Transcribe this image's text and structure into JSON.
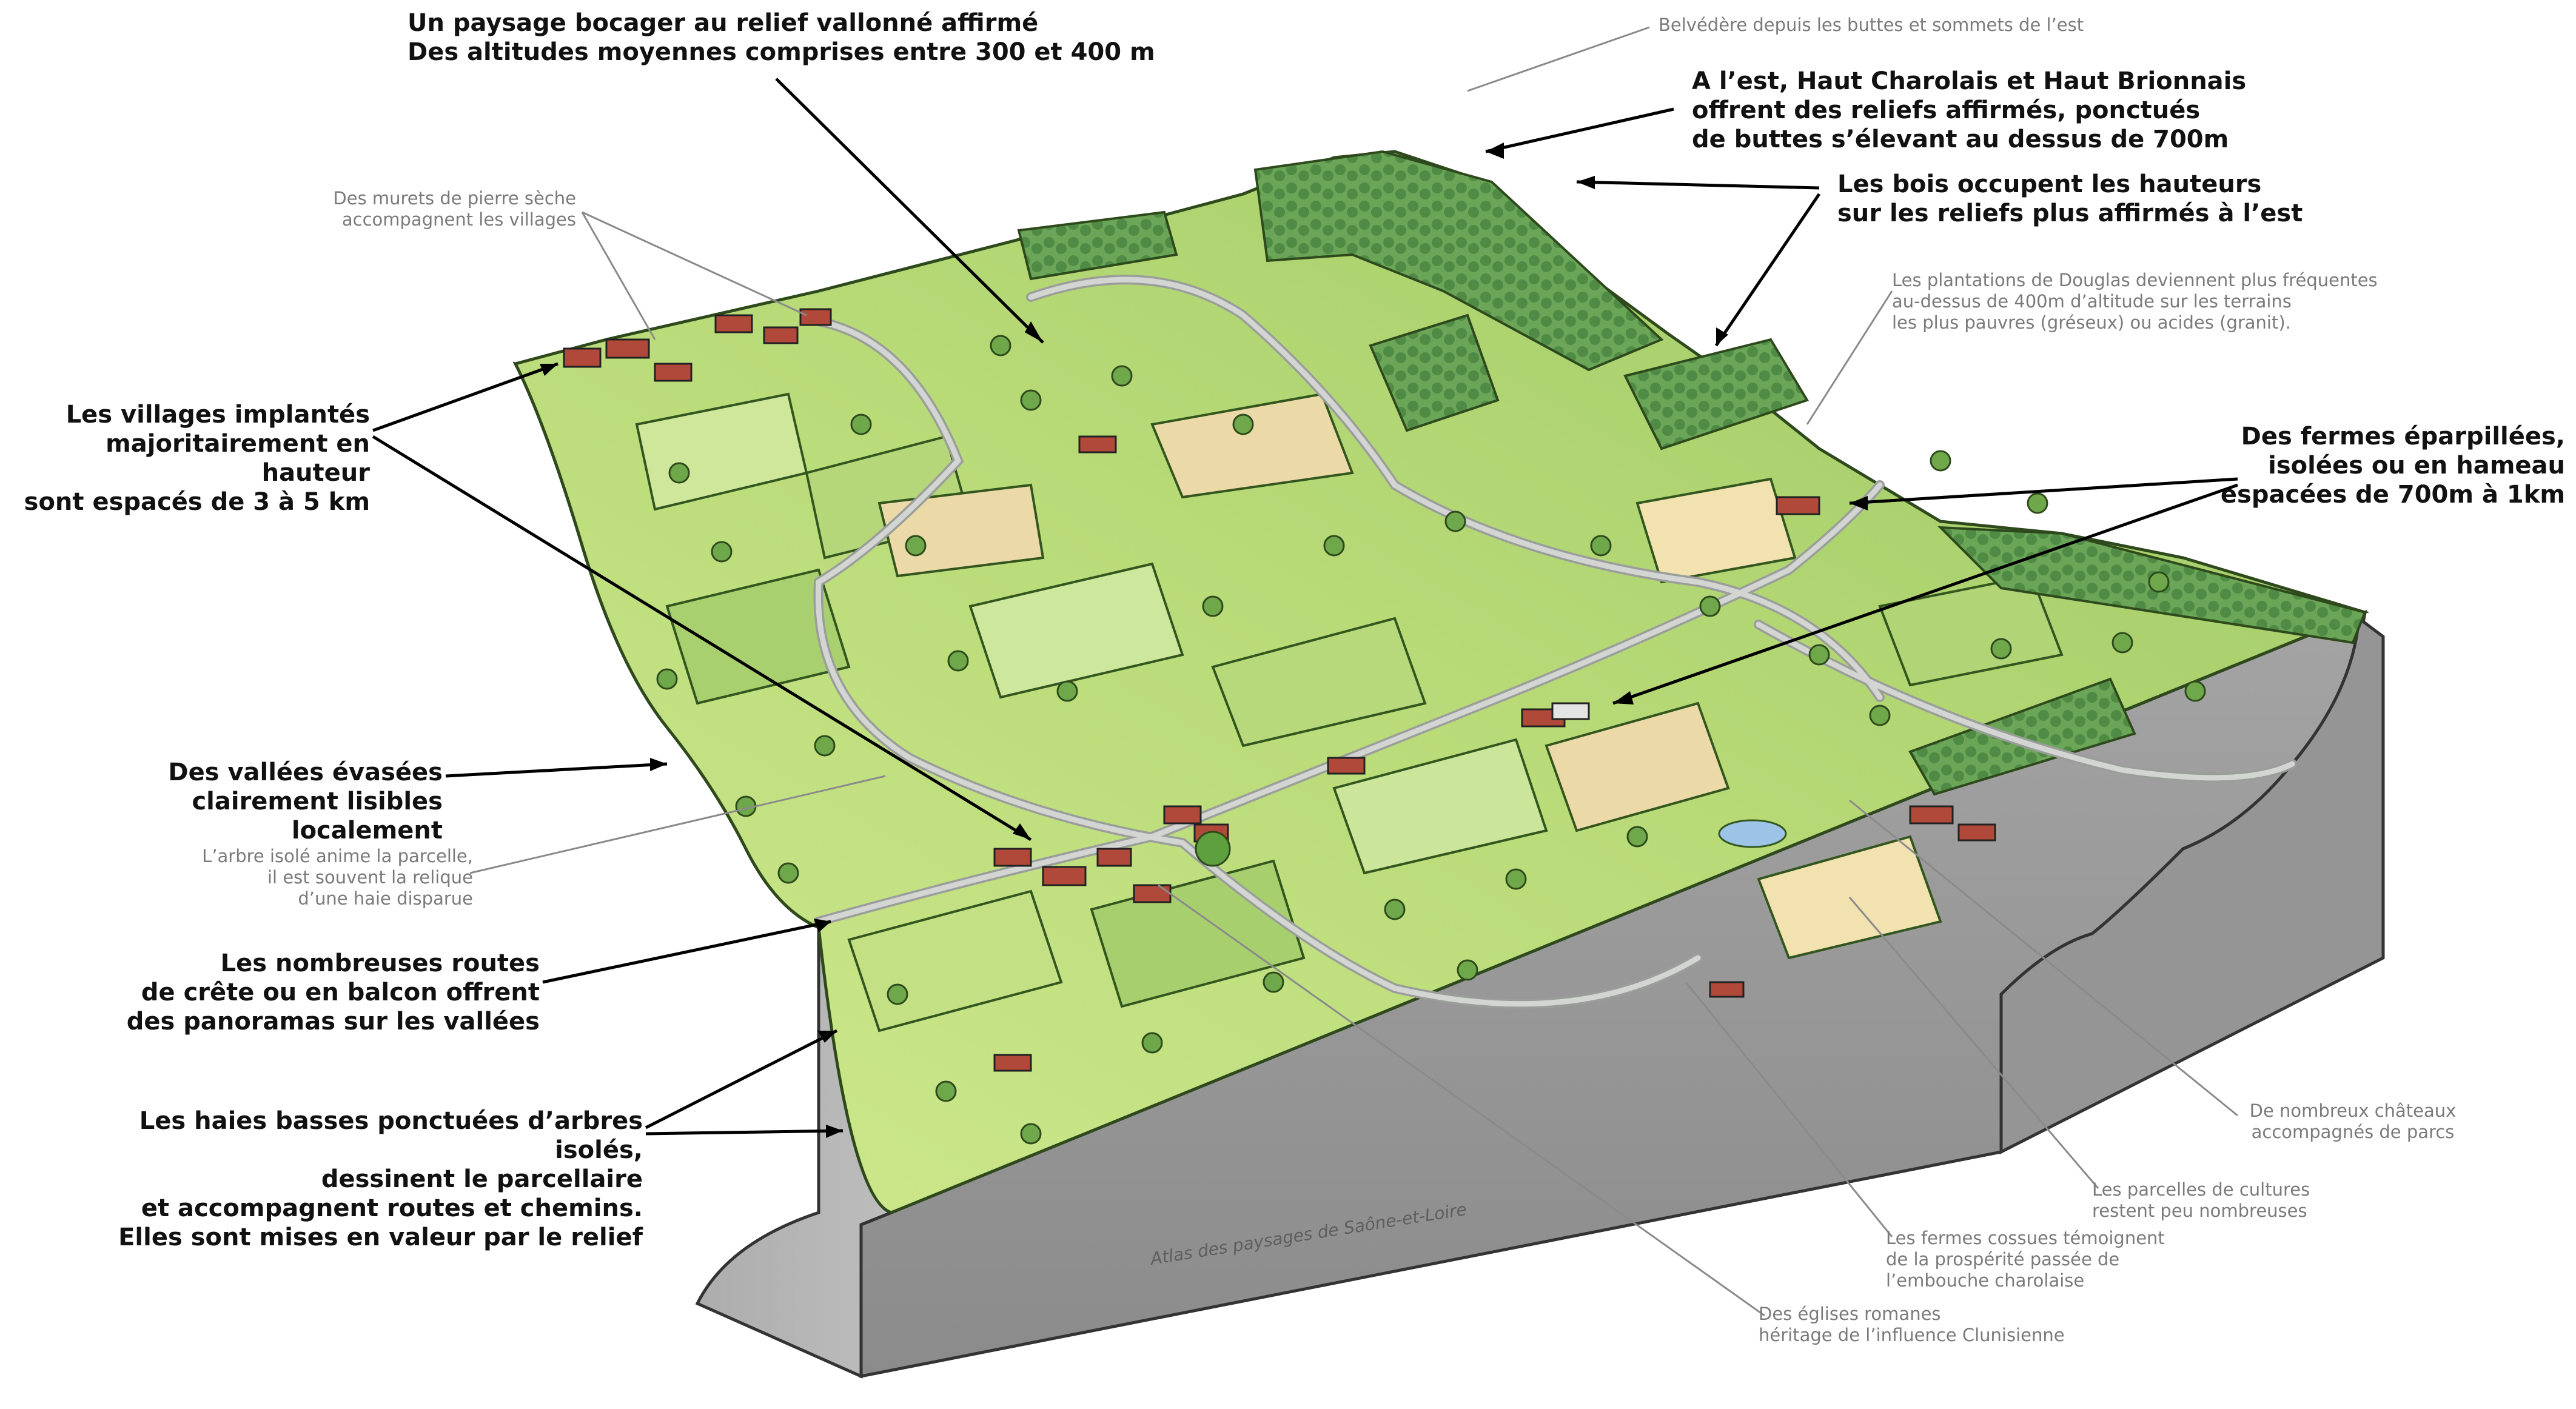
{
  "labels": {
    "title": "Un paysage bocager au relief vallonné affirmé\nDes altitudes moyennes comprises entre 300 et 400 m",
    "belvedere": "Belvédère depuis les buttes et sommets de l’est",
    "haut_charolais": "A l’est, Haut Charolais et Haut Brionnais\noffrent des reliefs affirmés, ponctués\nde buttes s’élevant au dessus de 700m",
    "bois": "Les bois occupent les hauteurs\nsur les reliefs plus affirmés à l’est",
    "murets": "Des murets de pierre sèche\naccompagnent les villages",
    "douglas": "Les plantations de Douglas deviennent plus fréquentes\nau-dessus de 400m d’altitude sur les terrains\nles plus pauvres (gréseux) ou acides (granit).",
    "villages": "Les villages implantés\nmajoritairement en hauteur\nsont espacés de 3 à 5 km",
    "fermes_eparpillees": "Des fermes éparpillées,\nisolées ou en hameau\nespacées de 700m à 1km",
    "vallees": "Des vallées évasées\nclairement lisibles localement",
    "arbre_isole": "L’arbre isolé anime la parcelle,\nil est souvent la relique\nd’une haie disparue",
    "routes": "Les nombreuses routes\nde crête ou en balcon offrent\ndes panoramas sur les vallées",
    "haies": "Les haies basses ponctuées d’arbres isolés,\ndessinent le parcellaire\net accompagnent routes et chemins.\nElles sont mises en valeur par le relief",
    "chateaux": "De nombreux châteaux\naccompagnés de parcs",
    "cultures": "Les parcelles de cultures\nrestent peu nombreuses",
    "fermes_cossues": "Les fermes cossues témoignent\nde la prospérité passée de\nl’embouche charolaise",
    "eglises": "Des églises romanes\nhéritage de l’influence Clunisienne"
  },
  "credit": "Atlas des paysages de Saône-et-Loire",
  "colors": {
    "field_light": "#d8ec9a",
    "field_mid": "#b9dc7a",
    "field_dark": "#8fc05a",
    "crop": "#ecd9a8",
    "woods": "#5e9a52",
    "block_side": "#a9a9a9",
    "road": "#c7c9c6",
    "roof": "#b0493a",
    "water": "#9cc4e6",
    "bold_text": "#111111",
    "grey_text": "#7a7a7a"
  }
}
